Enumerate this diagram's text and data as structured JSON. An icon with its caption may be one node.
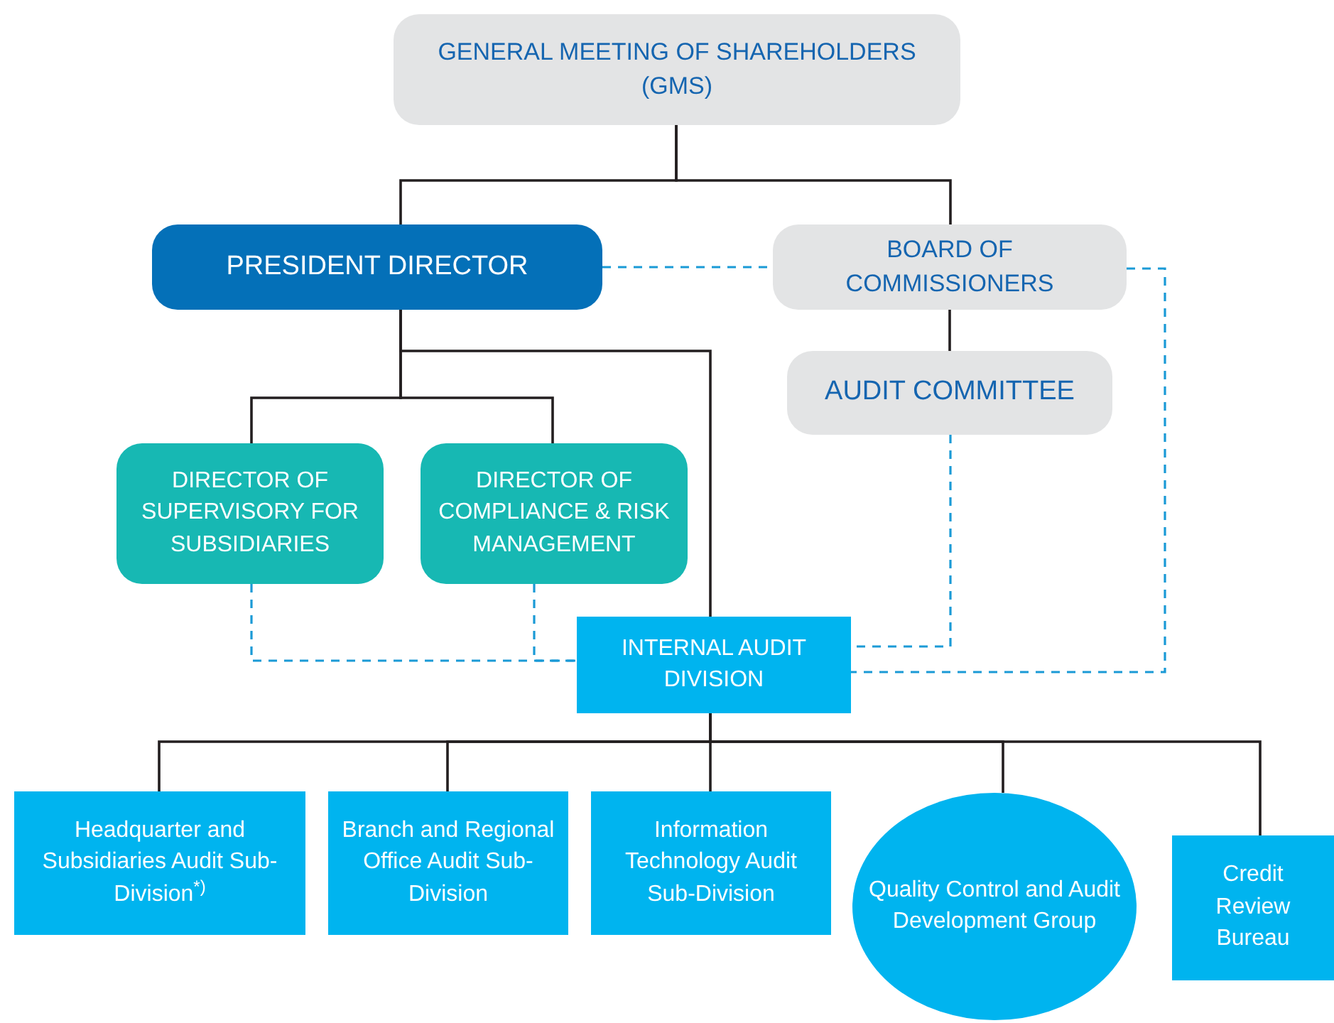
{
  "diagram": {
    "nodes": [
      {
        "text": [
          "GENERAL MEETING OF SHAREHOLDERS (GMS)"
        ]
      },
      {
        "text": [
          "PRESIDENT DIRECTOR"
        ]
      },
      {
        "text": [
          "BOARD OF COMMISSIONERS"
        ]
      },
      {
        "text": [
          "AUDIT COMMITTEE"
        ]
      },
      {
        "text": [
          "DIRECTOR OF SUPERVISORY FOR SUBSIDIARIES"
        ]
      },
      {
        "text": [
          "DIRECTOR OF COMPLIANCE & RISK MANAGEMENT"
        ]
      },
      {
        "text": [
          "INTERNAL AUDIT DIVISION"
        ]
      },
      {
        "text": [
          "Headquarter and Subsidiaries Audit Sub-Division$^{*)}$"
        ]
      },
      {
        "text": [
          "Branch and Regional Office Audit Sub-Division"
        ]
      },
      {
        "text": [
          "Information Technology Audit Sub-Division"
        ]
      },
      {
        "text": [
          "Quality Control and Audit Development Group"
        ]
      },
      {
        "text": [
          "Credit Review Bureau"
        ]
      }
    ],
    "edges": [
      {
        "from": 0,
        "to": 1,
        "arrow": "none"
      },
      {
        "from": 0,
        "to": 2,
        "arrow": "none"
      },
      {
        "from": 1,
        "to": 2,
        "arrow": "none",
        "style": "dashed",
        "color": "#1a9ad6"
      },
      {
        "from": 2,
        "to": 3,
        "arrow": "none"
      },
      {
        "from": 1,
        "to": 4,
        "arrow": "none"
      },
      {
        "from": 1,
        "to": 5,
        "arrow": "none"
      },
      {
        "from": 1,
        "to": 6,
        "arrow": "none"
      },
      {
        "from": 4,
        "to": 6,
        "arrow": "none",
        "style": "dashed",
        "color": "#1a9ad6"
      },
      {
        "from": 5,
        "to": 6,
        "arrow": "none",
        "style": "dashed",
        "color": "#1a9ad6"
      },
      {
        "from": 3,
        "to": 6,
        "arrow": "none",
        "style": "dashed",
        "color": "#1a9ad6"
      },
      {
        "from": 2,
        "to": 6,
        "arrow": "none",
        "style": "dashed",
        "color": "#1a9ad6"
      },
      {
        "from": 6,
        "to": 7,
        "arrow": "none"
      },
      {
        "from": 6,
        "to": 8,
        "arrow": "none"
      },
      {
        "from": 6,
        "to": 9,
        "arrow": "none"
      },
      {
        "from": 6,
        "to": 10,
        "arrow": "none"
      },
      {
        "from": 6,
        "to": 11,
        "arrow": "none"
      }
    ]
  }
}
